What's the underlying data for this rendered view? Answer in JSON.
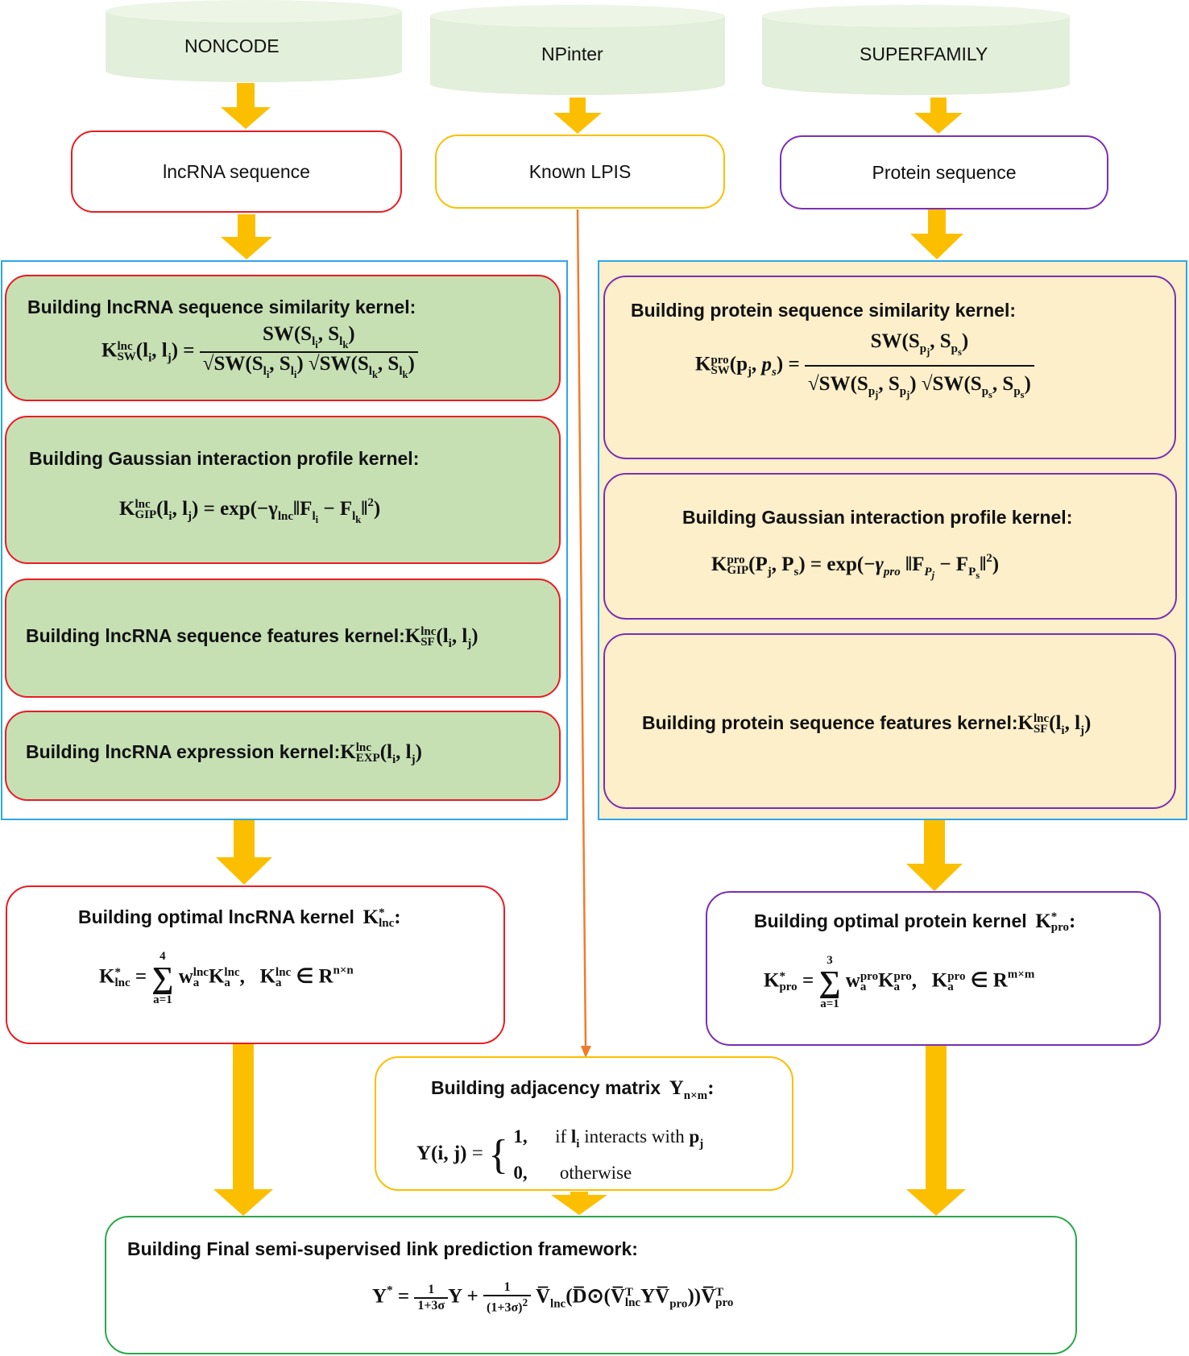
{
  "databases": {
    "noncode": "NONCODE",
    "npinter": "NPinter",
    "superfamily": "SUPERFAMILY"
  },
  "sources": {
    "lncrna_sequence": "lncRNA sequence",
    "known_lpis": "Known LPIS",
    "protein_sequence": "Protein sequence"
  },
  "lnc_panel": {
    "sw_heading": "Building lncRNA sequence similarity kernel:",
    "gip_heading": "Building Gaussian interaction profile kernel:",
    "sf_heading": "Building lncRNA sequence features kernel:",
    "exp_heading": "Building lncRNA expression kernel:"
  },
  "pro_panel": {
    "sw_heading": "Building protein sequence similarity kernel:",
    "gip_heading": "Building Gaussian interaction profile kernel:",
    "sf_heading": "Building protein sequence features kernel:"
  },
  "optimal": {
    "lnc_heading": "Building optimal lncRNA kernel",
    "pro_heading": "Building optimal protein kernel"
  },
  "adjacency": {
    "heading": "Building adjacency matrix",
    "case1_value": "1,",
    "case1_text": "if",
    "case1_text2": "interacts with",
    "case0_value": "0,",
    "case0_text": "otherwise"
  },
  "final": {
    "heading": "Building Final semi-supervised link prediction framework:"
  },
  "colors": {
    "arrow": "#fbbf00",
    "orange_line": "#f07c2a",
    "db_fill": "#e2efda",
    "lnc_border": "#ea1c24",
    "lpis_border": "#fbbf00",
    "pro_border": "#7b2fb3",
    "panel_border": "#2fa6e8",
    "lnc_panel_fill": "#c6e0b4",
    "pro_panel_fill": "#fdefc9",
    "final_border": "#2aa84a"
  }
}
